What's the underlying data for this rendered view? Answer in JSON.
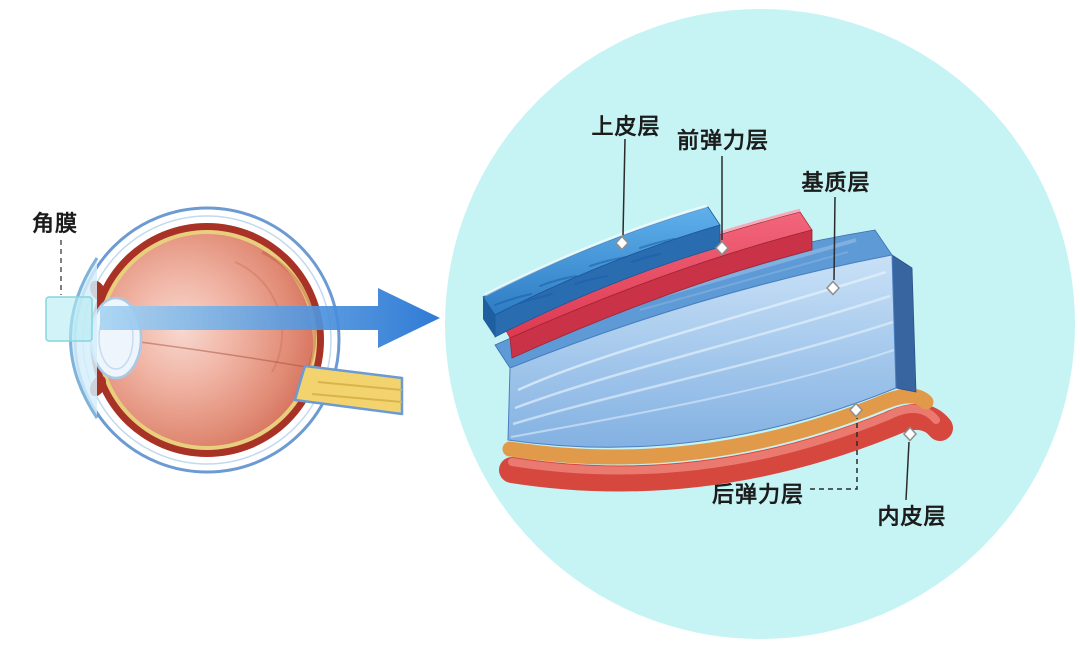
{
  "figure": {
    "type": "cornea-anatomy-diagram",
    "subject_labels": {
      "cornea": "角膜",
      "epithelium": "上皮层",
      "bowman_layer": "前弹力层",
      "stroma": "基质层",
      "descemet_membrane": "后弹力层",
      "endothelium": "内皮层"
    },
    "colors": {
      "magnifier_circle": "#c6f3f4",
      "arrow_blue": "#1d6fd2",
      "epithelium_blue": "#3d8fd4",
      "bowman_red": "#e04458",
      "stroma_blue": "#9cc4ec",
      "descemet_orange": "#e09a4a",
      "endothelium_red": "#d6473d",
      "eye_sclera_outline": "#6b9bd2",
      "eye_ball_red": "#d96752",
      "optic_nerve_yellow": "#f2d36e",
      "label_text": "#1c1c1c"
    }
  }
}
